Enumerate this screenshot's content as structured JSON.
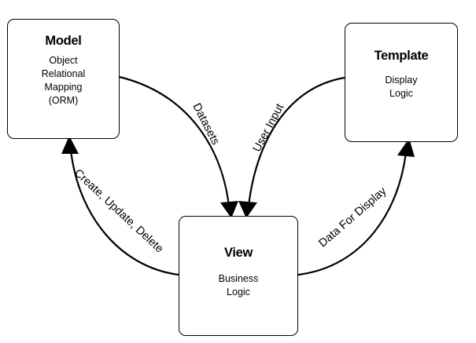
{
  "boxes": {
    "model": {
      "title": "Model",
      "lines": [
        "Object",
        "Relational",
        "Mapping",
        "(ORM)"
      ]
    },
    "template": {
      "title": "Template",
      "lines": [
        "Display",
        "Logic"
      ]
    },
    "view": {
      "title": "View",
      "lines": [
        "Business",
        "Logic"
      ]
    }
  },
  "edges": {
    "datasets": "Datasets",
    "user_input": "User Input",
    "create_update_delete": "Create, Update, Delete",
    "data_for_display": "Data  For Display"
  }
}
